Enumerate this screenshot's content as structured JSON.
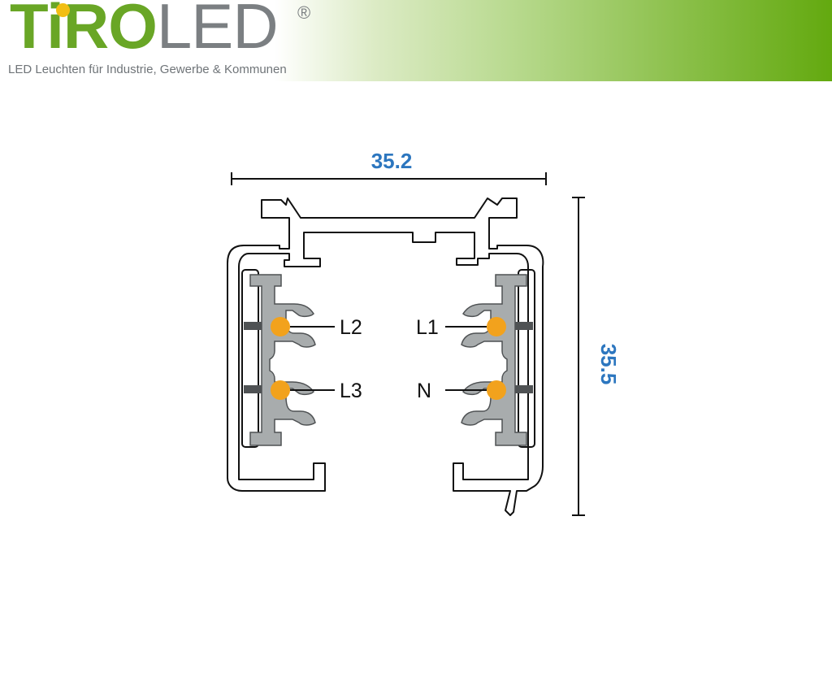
{
  "brand": {
    "name_part_1": "TiRO",
    "name_part_2": "LED",
    "registered_mark": "®",
    "tagline": "LED Leuchten für Industrie, Gewerbe & Kommunen"
  },
  "diagram": {
    "width_label": "35.2",
    "height_label": "35.5",
    "conductors": [
      "L2",
      "L3",
      "L1",
      "N"
    ]
  },
  "colors": {
    "brand_green": "#69a626",
    "brand_gray": "#7b7f82",
    "logo_dot": "#f2be13",
    "dimension_blue": "#2c76bf",
    "insulator_gray": "#a8acad",
    "contact_orange": "#f2a21d"
  }
}
